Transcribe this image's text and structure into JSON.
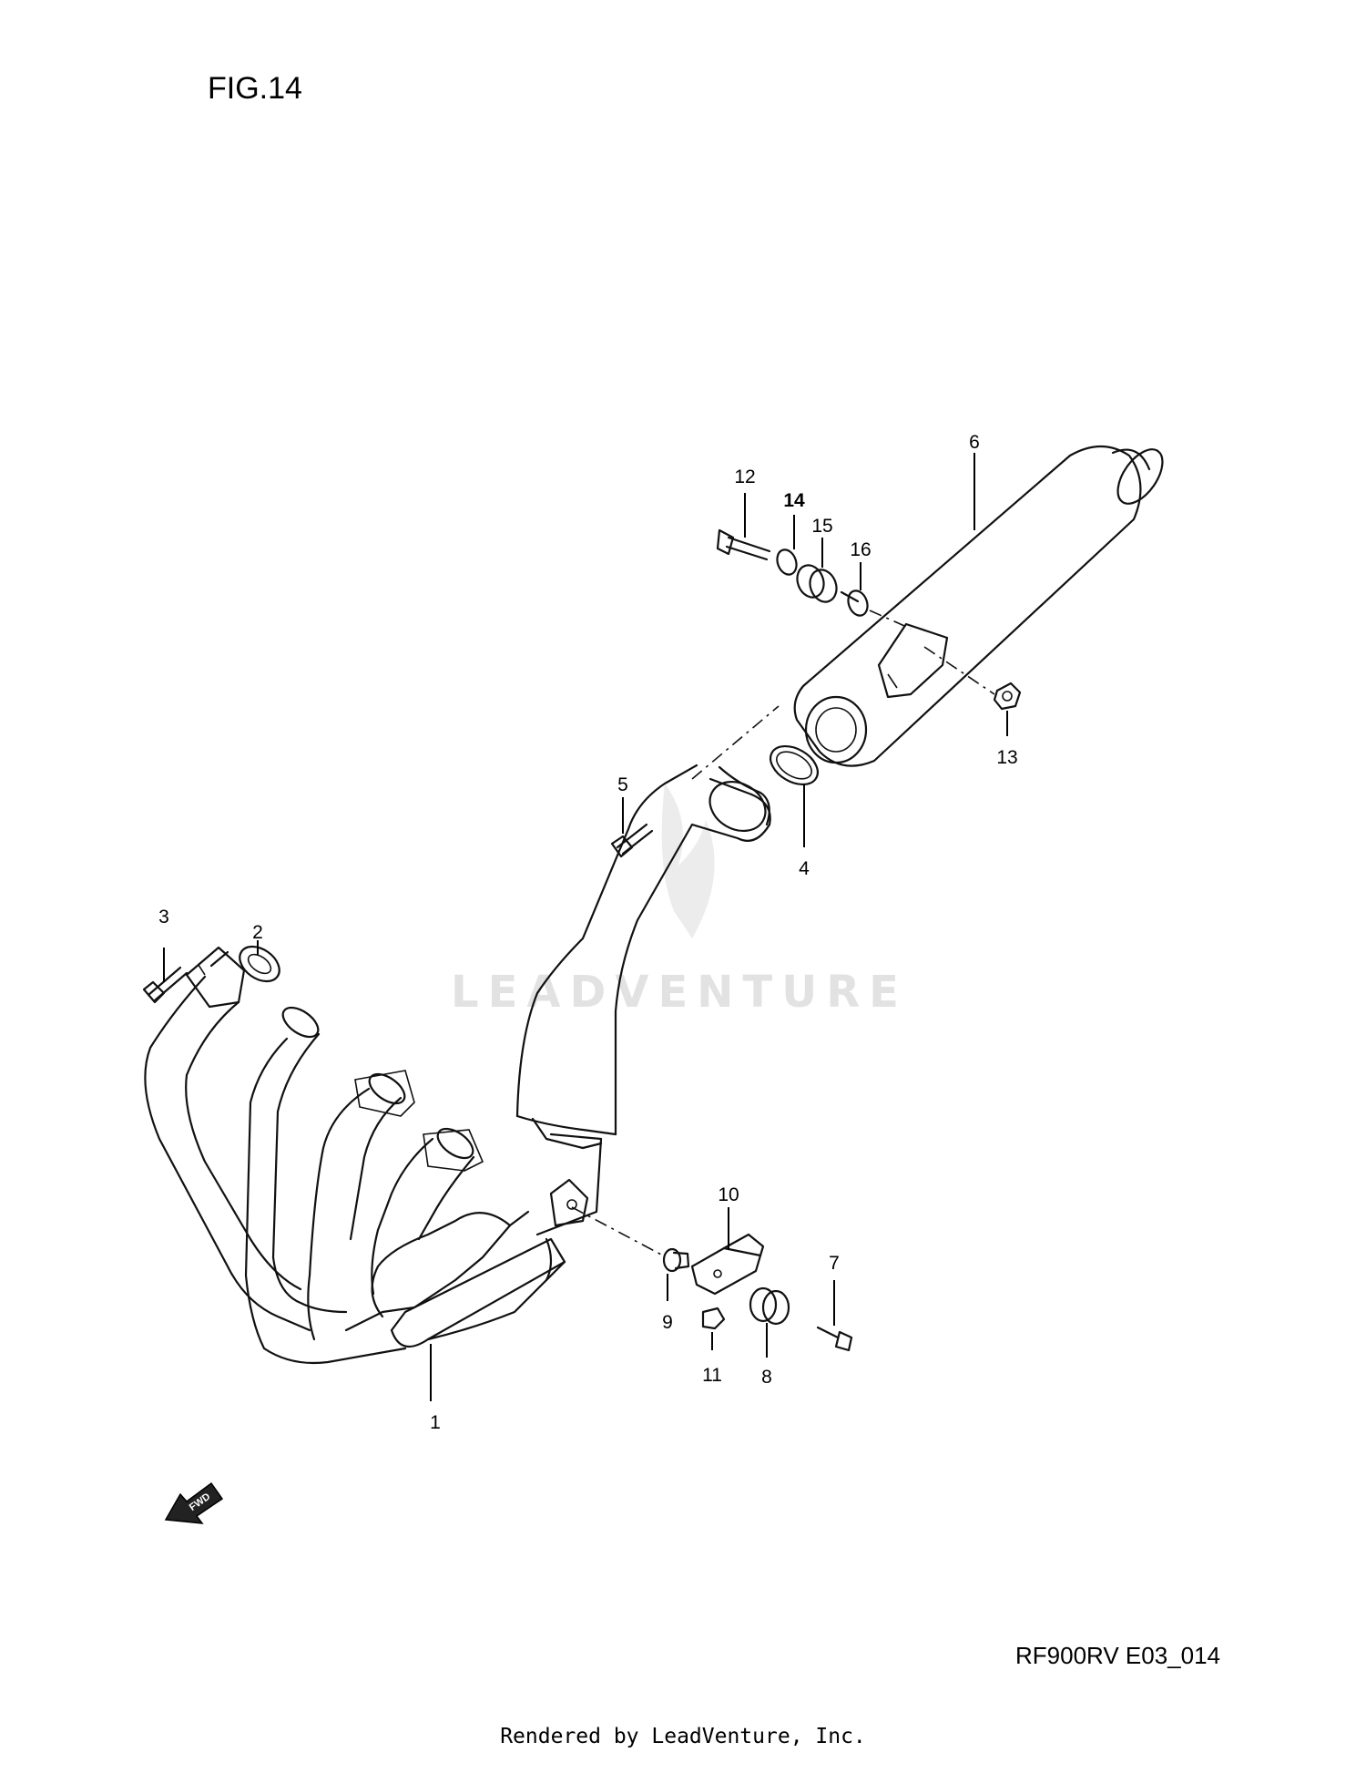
{
  "figure": {
    "title": "FIG.14",
    "drawing_code": "RF900RV E03_014",
    "footer": "Rendered by LeadVenture, Inc.",
    "watermark": "LEADVENTURE",
    "fwd_label": "FWD"
  },
  "callouts": [
    {
      "id": "1",
      "label": "1"
    },
    {
      "id": "2",
      "label": "2"
    },
    {
      "id": "3",
      "label": "3"
    },
    {
      "id": "4",
      "label": "4"
    },
    {
      "id": "5",
      "label": "5"
    },
    {
      "id": "6",
      "label": "6"
    },
    {
      "id": "7",
      "label": "7"
    },
    {
      "id": "8",
      "label": "8"
    },
    {
      "id": "9",
      "label": "9"
    },
    {
      "id": "10",
      "label": "10"
    },
    {
      "id": "11",
      "label": "11"
    },
    {
      "id": "12",
      "label": "12"
    },
    {
      "id": "13",
      "label": "13"
    },
    {
      "id": "14",
      "label": "14"
    },
    {
      "id": "15",
      "label": "15"
    },
    {
      "id": "16",
      "label": "16"
    }
  ]
}
